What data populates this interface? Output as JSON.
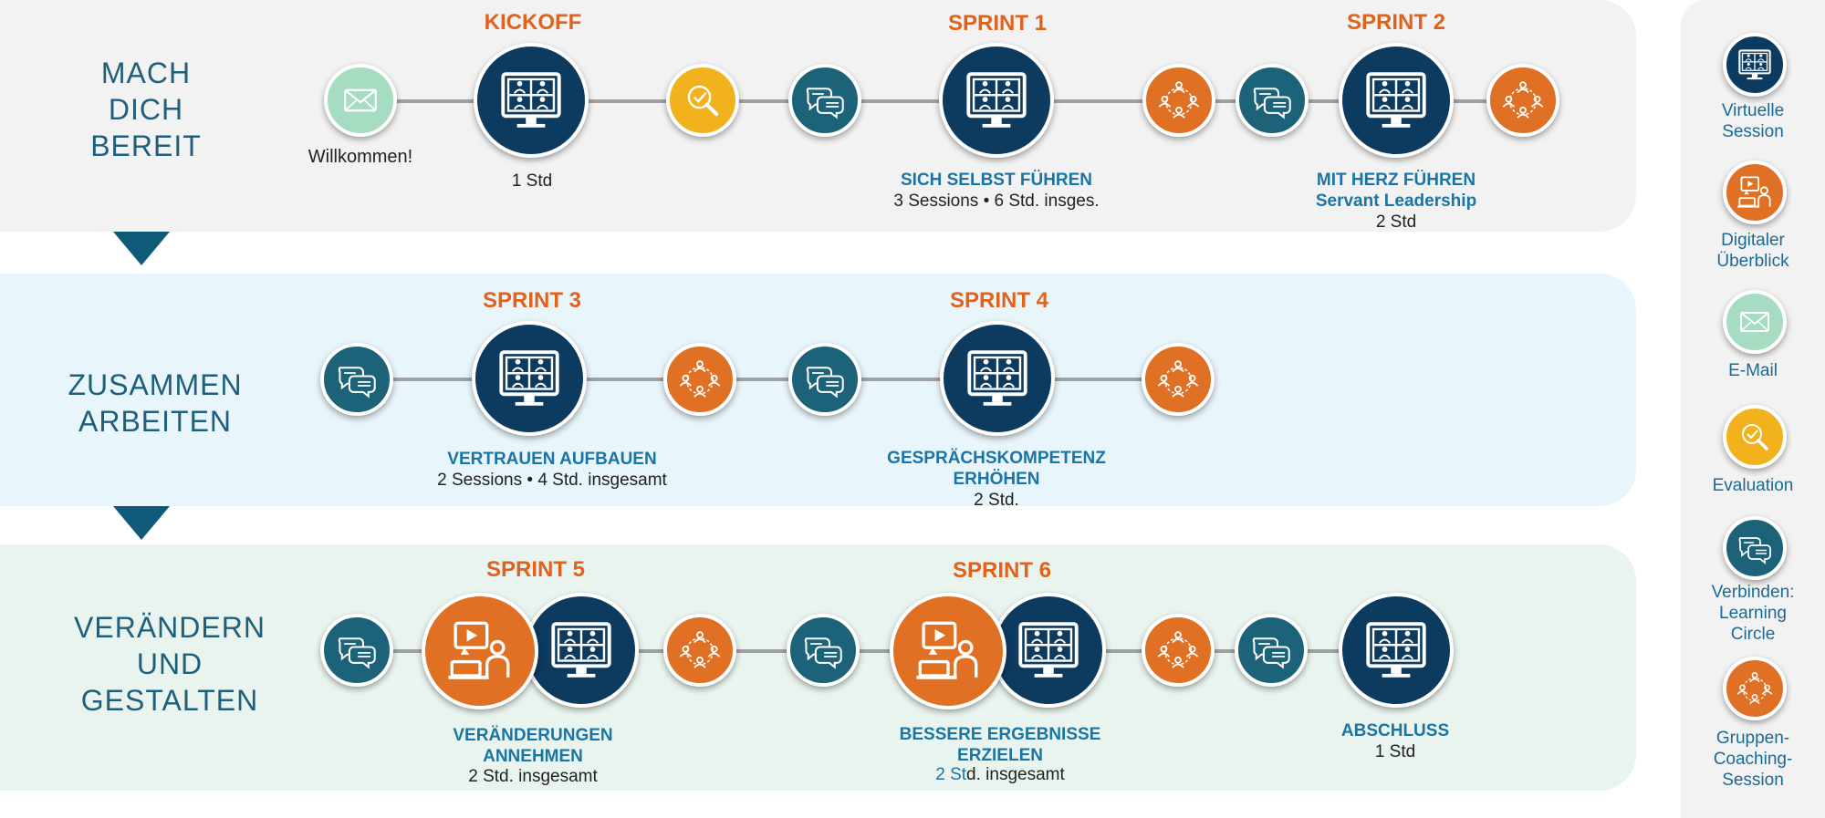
{
  "phases": [
    {
      "label": "MACH\nDICH\nBEREIT"
    },
    {
      "label": "ZUSAMMEN\nARBEITEN"
    },
    {
      "label": "VERÄNDERN\nUND\nGESTALTEN"
    }
  ],
  "row1": {
    "welcome": "Willkommen!",
    "kickoff": {
      "sprint": "KICKOFF",
      "sub": "1 Std"
    },
    "sprint1": {
      "sprint": "SPRINT 1",
      "title": "SICH SELBST FÜHREN",
      "sub": "3 Sessions • 6 Std. insges."
    },
    "sprint2": {
      "sprint": "SPRINT 2",
      "title": "MIT HERZ FÜHREN",
      "title2": "Servant Leadership",
      "sub": "2 Std"
    }
  },
  "row2": {
    "sprint3": {
      "sprint": "SPRINT 3",
      "title": "VERTRAUEN AUFBAUEN",
      "sub": "2 Sessions • 4 Std. insgesamt"
    },
    "sprint4": {
      "sprint": "SPRINT 4",
      "title": "GESPRÄCHSKOMPETENZ\nERHÖHEN",
      "sub": "2 Std."
    }
  },
  "row3": {
    "sprint5": {
      "sprint": "SPRINT 5",
      "title": "VERÄNDERUNGEN\nANNEHMEN",
      "sub": "2 Std. insgesamt"
    },
    "sprint6": {
      "sprint": "SPRINT 6",
      "title": "BESSERE ERGEBNISSE\nERZIELEN",
      "sub_num": "2 St",
      "sub_rest": "d. insgesamt"
    },
    "closing": {
      "title": "ABSCHLUSS",
      "sub": "1 Std"
    }
  },
  "legend": [
    {
      "icon": "virtual-session-icon",
      "label": "Virtuelle\nSession"
    },
    {
      "icon": "digital-overview-icon",
      "label": "Digitaler\nÜberblick"
    },
    {
      "icon": "email-icon",
      "label": "E-Mail"
    },
    {
      "icon": "evaluation-icon",
      "label": "Evaluation"
    },
    {
      "icon": "learning-circle-icon",
      "label": "Verbinden:\nLearning\nCircle"
    },
    {
      "icon": "group-coaching-icon",
      "label": "Gruppen-\nCoaching-\nSession"
    }
  ],
  "colors": {
    "navy": "#0d3a5f",
    "orange": "#e07024",
    "mint": "#a6dcc2",
    "yellow": "#f2b21d",
    "teal": "#1c6379",
    "sprint_label": "#e0621c",
    "title_blue": "#1a75a5"
  }
}
